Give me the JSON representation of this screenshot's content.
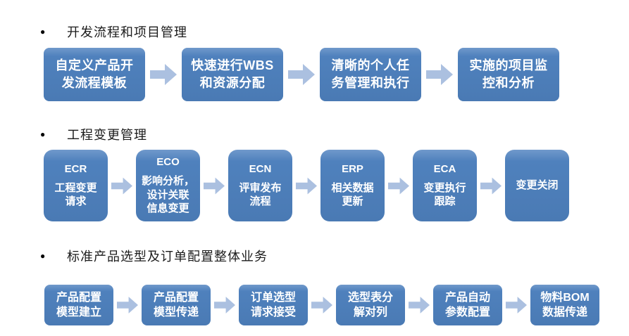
{
  "bullet_glyph": "●",
  "colors": {
    "background": "#ffffff",
    "box_fill": "#4f81bd",
    "arrow_fill": "#abc0e0",
    "box_text": "#ffffff",
    "heading_text": "#1b1b1b"
  },
  "sections": [
    {
      "heading": "开发流程和项目管理",
      "boxes": [
        {
          "lines": [
            "自定义产品开",
            "发流程模板"
          ]
        },
        {
          "lines": [
            "快速进行WBS",
            "和资源分配"
          ]
        },
        {
          "lines": [
            "清晰的个人任",
            "务管理和执行"
          ]
        },
        {
          "lines": [
            "实施的项目监",
            "控和分析"
          ]
        }
      ]
    },
    {
      "heading": "工程变更管理",
      "boxes": [
        {
          "code": "ECR",
          "lines": [
            "工程变更",
            "请求"
          ]
        },
        {
          "code": "ECO",
          "lines": [
            "影响分析，",
            "设计关联",
            "信息变更"
          ]
        },
        {
          "code": "ECN",
          "lines": [
            "评审发布",
            "流程"
          ]
        },
        {
          "code": "ERP",
          "lines": [
            "相关数据",
            "更新"
          ]
        },
        {
          "code": "ECA",
          "lines": [
            "变更执行",
            "跟踪"
          ]
        },
        {
          "code": "",
          "lines": [
            "变更关闭"
          ]
        }
      ]
    },
    {
      "heading": "标准产品选型及订单配置整体业务",
      "boxes": [
        {
          "lines": [
            "产品配置",
            "模型建立"
          ]
        },
        {
          "lines": [
            "产品配置",
            "模型传递"
          ]
        },
        {
          "lines": [
            "订单选型",
            "请求接受"
          ]
        },
        {
          "lines": [
            "选型表分",
            "解对列"
          ]
        },
        {
          "lines": [
            "产品自动",
            "参数配置"
          ]
        },
        {
          "lines": [
            "物料BOM",
            "数据传递"
          ]
        }
      ]
    }
  ]
}
